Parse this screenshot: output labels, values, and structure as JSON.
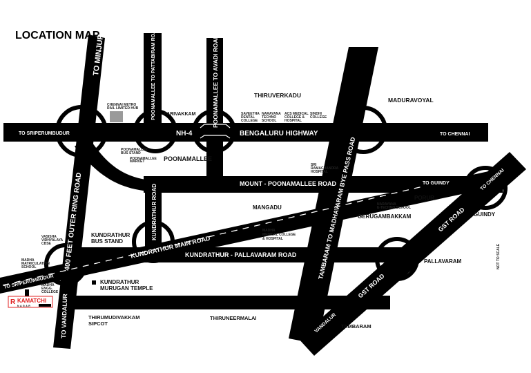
{
  "title": "LOCATION MAP",
  "note": "NOT TO SCALE",
  "colors": {
    "road": "#000000",
    "background": "#ffffff",
    "metro_hub": "#9a9a9a",
    "brand_red": "#e02020"
  },
  "roads": {
    "to_minjur": "TO MINJUR",
    "pattabiram": "POONAMALLEE TO PATTABIRAM ROAD",
    "avadi": "POONAMALLEE TO AVADI ROAD",
    "nh4": "NH-4",
    "bengaluru_highway": "BENGALURU HIGHWAY",
    "to_sriperumbudur": "TO SRIPERUMBUDUR",
    "to_chennai": "TO CHENNAI",
    "mount_poonamallee": "MOUNT - POONAMALLEE ROAD",
    "to_guindy": "TO GUINDY",
    "outer_ring": "400 FEET OUTER RING ROAD",
    "kundrathur_road": "KUNDRATHUR ROAD",
    "kundrathur_main": "KUNDRATHUR MAIN ROAD",
    "kundrathur_pallavaram": "KUNDRATHUR - PALLAVARAM ROAD",
    "bye_pass": "TAMBARAM TO MADHAVARAM BYE PASS ROAD",
    "gst_upper": "GST ROAD",
    "gst_lower": "GST ROAD",
    "to_chennai_gst": "TO CHENNAI",
    "to_sriperumbudur_lower": "TO SRIPERUMBUDUR",
    "to_vandalur": "TO VANDALUR",
    "vandalur_gst": "VANDALUR"
  },
  "places": {
    "thiruverkadu": "THIRUVERKADU",
    "maduravoyal": "MADURAVOYAL",
    "parivakkam": "PARIVAKKAM",
    "poonamallee": "POONAMALLEE",
    "mangadu": "MANGADU",
    "porur": "PORUR",
    "gerugambakkam": "GERUGAMBAKKAM",
    "guindy": "GUINDY",
    "kundrathur_bus_1": "KUNDRATHUR",
    "kundrathur_bus_2": "BUS STAND",
    "kundrathur_temple_1": "KUNDRATHUR",
    "kundrathur_temple_2": "MURUGAN TEMPLE",
    "pallavaram": "PALLAVARAM",
    "thirumudivakkam_1": "THIRUMUDIVAKKAM",
    "thirumudivakkam_2": "SIPCOT",
    "thiruneermalai": "THIRUNEERMALAI",
    "tambaram": "TAMBARAM"
  },
  "landmarks": {
    "metro_1": "CHENNAI METRO",
    "metro_2": "RAIL LIMITED HUB",
    "saveetha": [
      "SAVEETHA",
      "DENTAL",
      "COLLEGE"
    ],
    "narayana_techno": [
      "NARAYANA",
      "TECHNO",
      "SCHOOL"
    ],
    "acs": [
      "ACS MEDICAL",
      "COLLEGE &",
      "HOSPITAL"
    ],
    "sindhi": [
      "SINDHI",
      "COLLEGE"
    ],
    "bus_stand": [
      "POONAMALLEE",
      "BUS STAND"
    ],
    "market": [
      "POONAMALLEE",
      "MARKET"
    ],
    "sri_ramachandra": [
      "SRI",
      "RAMACHANDRA",
      "HOSPITAL"
    ],
    "narayana_etechno": [
      "NARAYANA",
      "E-TECHNO SCHOOL"
    ],
    "madha_medical": [
      "MADHA",
      "MEDICAL COLLEGE",
      "& HOSPITAL"
    ],
    "vasishta": [
      "VASISHA",
      "VIDHYALAYA",
      "CBSE"
    ],
    "madha_matric": [
      "MADHA",
      "MATRICULATION",
      "SCHOOL"
    ],
    "madha_engg": [
      "MADHA",
      "ENGG.",
      "COLLEGE"
    ]
  },
  "brand": {
    "name": "KAMATCHI",
    "sub": "NAGAR"
  }
}
